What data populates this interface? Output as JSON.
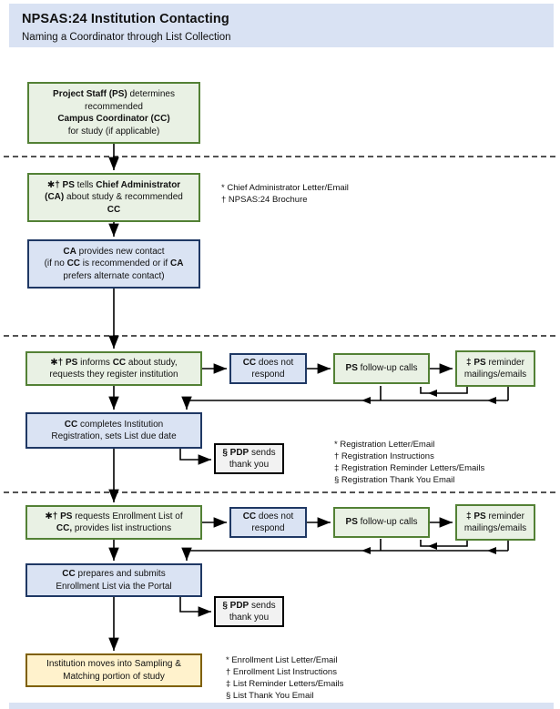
{
  "header": {
    "title": "NPSAS:24 Institution Contacting",
    "subtitle": "Naming a Coordinator through List Collection"
  },
  "colors": {
    "band": "#d9e2f3",
    "green_fill": "#e9f1e4",
    "green_border": "#538135",
    "blue_fill": "#dae3f3",
    "blue_border": "#1f3864",
    "gray_fill": "#f2f2f2",
    "yellow_fill": "#fff2cc",
    "yellow_border": "#7f6000"
  },
  "boxes": {
    "ps_determines": "**Project Staff (PS)** determines\nrecommended\n**Campus Coordinator (CC)**\nfor study (if applicable)",
    "ps_tells_ca": "**✱† PS** tells **Chief Administrator**\n**(CA)** about study & recommended\n**CC**",
    "ca_new_contact": "**CA** provides new contact\n(if no **CC** is recommended or if **CA**\nprefers alternate contact)",
    "ps_informs_cc": "**✱†  PS** informs **CC** about study,\nrequests they register institution",
    "cc_no_respond_1": "**CC** does not\nrespond",
    "ps_followup_1": "**PS** follow-up calls",
    "ps_reminder_1": "**‡ PS** reminder\nmailings/emails",
    "cc_registers": "**CC** completes Institution\nRegistration, sets List due date",
    "pdp_thanks_1": "**§ PDP** sends\nthank you",
    "ps_requests_list": "**✱† PS** requests Enrollment List of\n**CC,** provides list instructions",
    "cc_no_respond_2": "**CC** does not\nrespond",
    "ps_followup_2": "**PS** follow-up calls",
    "ps_reminder_2": "**‡ PS** reminder\nmailings/emails",
    "cc_submits_list": "**CC** prepares and submits\nEnrollment List via the Portal",
    "pdp_thanks_2": "**§ PDP** sends\nthank you",
    "institution_sampling": "Institution moves into Sampling &\nMatching portion of study"
  },
  "notes": {
    "chief": [
      "* Chief Administrator Letter/Email",
      "† NPSAS:24 Brochure"
    ],
    "registration": [
      "* Registration Letter/Email",
      "† Registration Instructions",
      "‡ Registration Reminder Letters/Emails",
      "§ Registration Thank You Email"
    ],
    "enrollment": [
      "* Enrollment List Letter/Email",
      "† Enrollment List Instructions",
      "‡ List Reminder Letters/Emails",
      "§ List Thank You Email"
    ]
  }
}
